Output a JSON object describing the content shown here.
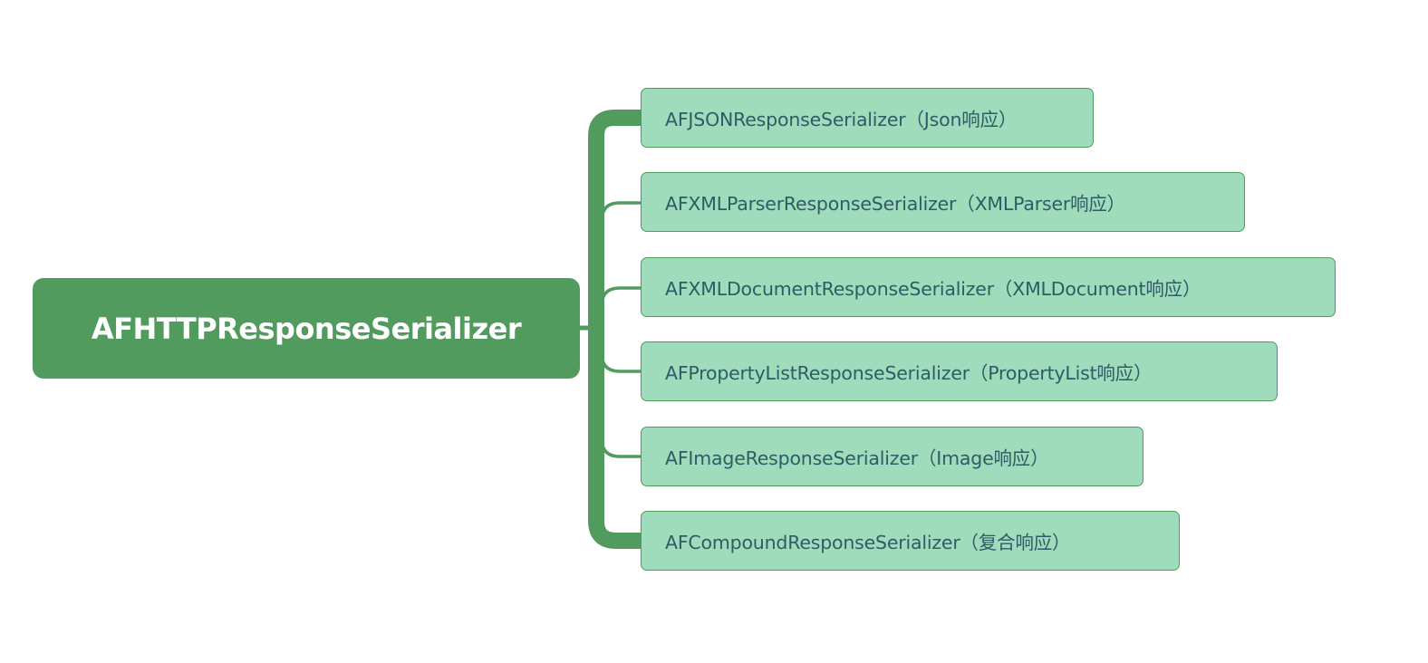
{
  "diagram": {
    "type": "mind-map",
    "root": {
      "label": "AFHTTPResponseSerializer"
    },
    "children": [
      {
        "label": "AFJSONResponseSerializer（Json响应）"
      },
      {
        "label": "AFXMLParserResponseSerializer（XMLParser响应）"
      },
      {
        "label": "AFXMLDocumentResponseSerializer（XMLDocument响应）"
      },
      {
        "label": "AFPropertyListResponseSerializer（PropertyList响应）"
      },
      {
        "label": "AFImageResponseSerializer（Image响应）"
      },
      {
        "label": "AFCompoundResponseSerializer（复合响应）"
      }
    ],
    "colors": {
      "root_fill": "#529b5f",
      "root_text": "#ffffff",
      "child_fill": "#9fdcbc",
      "child_border": "#529b5f",
      "child_text": "#2f5b66",
      "connector": "#529b5f"
    }
  }
}
